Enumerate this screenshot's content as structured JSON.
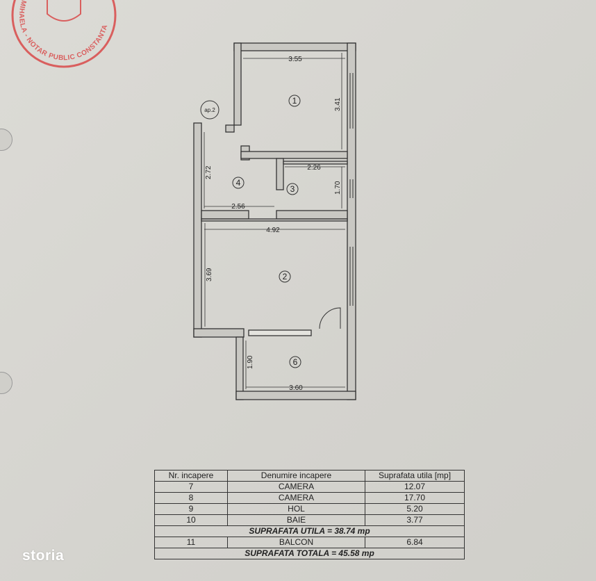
{
  "stamp": {
    "text": "MIHAELA - NOTAR PUBLIC CONSTANTA",
    "color": "#d94a4a"
  },
  "plan": {
    "apartment_label": "ap.2",
    "rooms": [
      "1",
      "2",
      "3",
      "4",
      "6"
    ],
    "dimensions": {
      "room1_width": "3.55",
      "room1_height": "3.41",
      "room3_width": "2.26",
      "room3_height": "1.70",
      "hall_width": "2.56",
      "hall_height": "2.72",
      "room2_width": "4.92",
      "room2_height": "3.69",
      "balcony_width": "3.60",
      "balcony_height": "1.90"
    }
  },
  "table": {
    "headers": [
      "Nr. incapere",
      "Denumire incapere",
      "Suprafata utila  [mp]"
    ],
    "rows": [
      {
        "nr": "7",
        "name": "CAMERA",
        "area": "12.07"
      },
      {
        "nr": "8",
        "name": "CAMERA",
        "area": "17.70"
      },
      {
        "nr": "9",
        "name": "HOL",
        "area": "5.20"
      },
      {
        "nr": "10",
        "name": "BAIE",
        "area": "3.77"
      }
    ],
    "subtotal": "SUPRAFATA UTILA = 38.74 mp",
    "balcony": {
      "nr": "11",
      "name": "BALCON",
      "area": "6.84"
    },
    "total": "SUPRAFATA TOTALA = 45.58  mp"
  },
  "watermark": "storia"
}
